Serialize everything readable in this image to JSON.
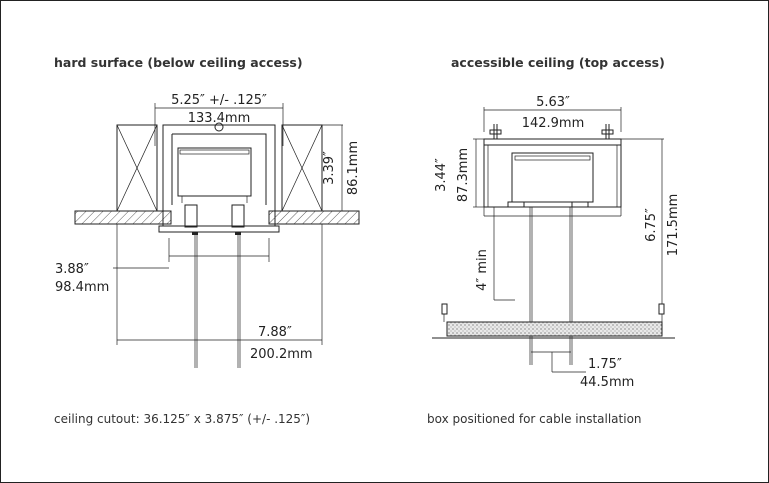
{
  "left_panel": {
    "title": "hard surface (below ceiling access)",
    "width_in": "5.25″ +/- .125″",
    "width_mm": "133.4mm",
    "height_in": "3.39″",
    "height_mm": "86.1mm",
    "spacing_in": "3.88″",
    "spacing_mm": "98.4mm",
    "total_in": "7.88″",
    "total_mm": "200.2mm",
    "caption": "ceiling cutout: 36.125″ x 3.875″ (+/- .125″)"
  },
  "right_panel": {
    "title": "accessible ceiling (top access)",
    "width_in": "5.63″",
    "width_mm": "142.9mm",
    "height_in": "3.44″",
    "height_mm": "87.3mm",
    "min_label": "4″ min",
    "drop_in": "6.75″",
    "drop_mm": "171.5mm",
    "spacing_in": "1.75″",
    "spacing_mm": "44.5mm",
    "caption": "box positioned for cable installation"
  }
}
